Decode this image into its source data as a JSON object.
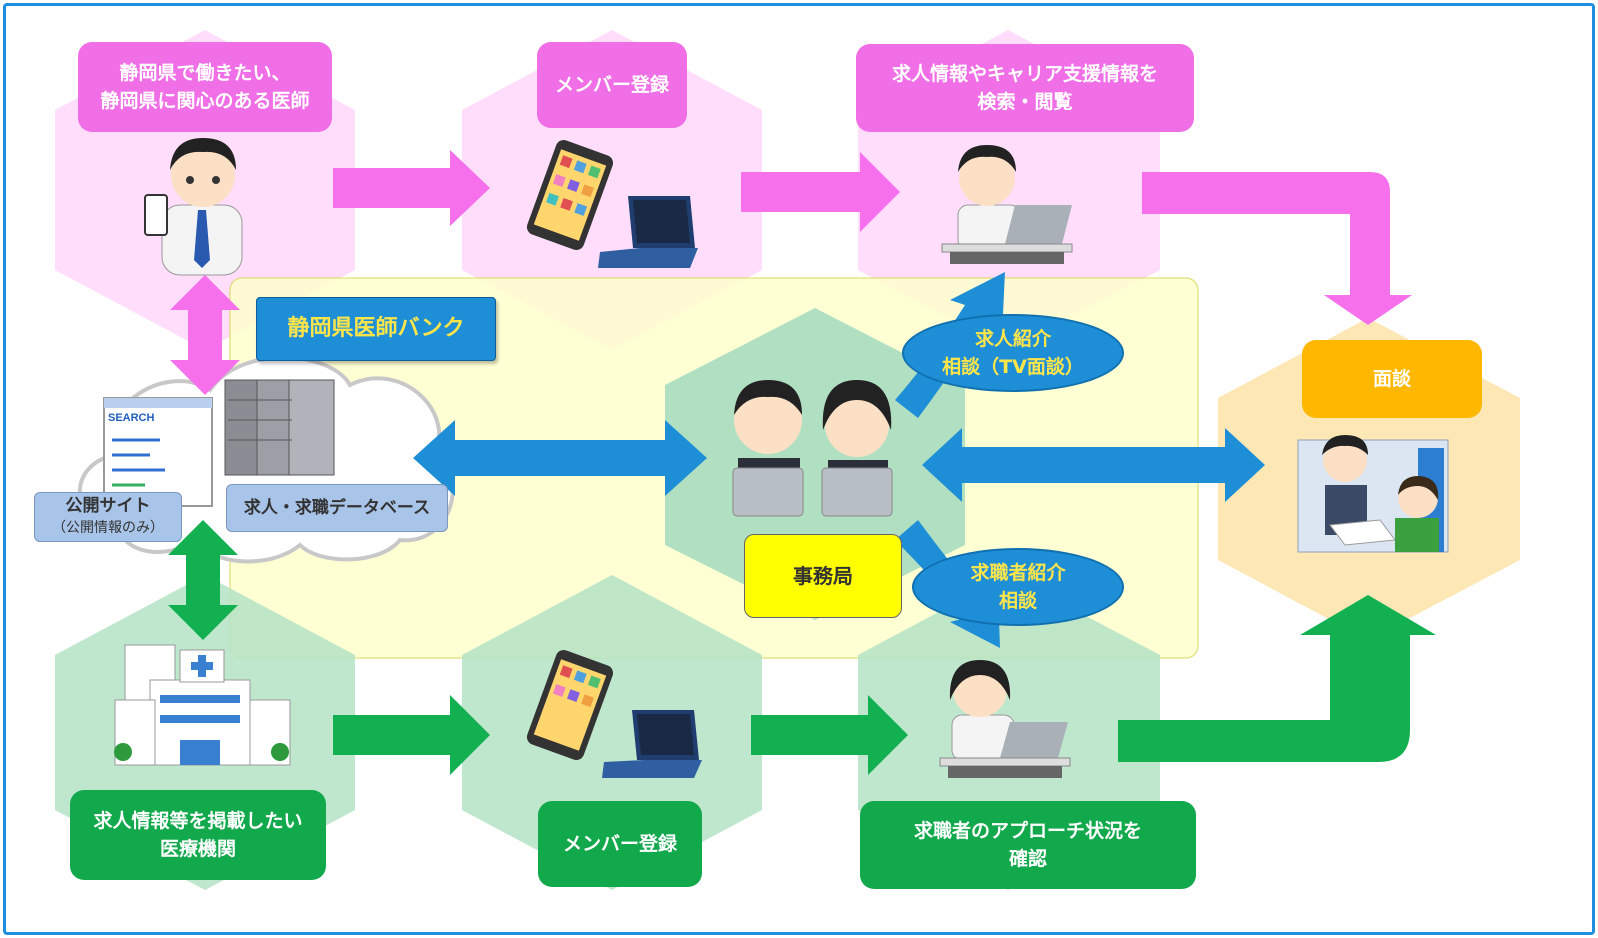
{
  "diagram": {
    "frame_color": "#1e8fe0",
    "pink_labels": {
      "doctor": "静岡県で働きたい、\n静岡県に関心のある医師",
      "register": "メンバー登録",
      "search": "求人情報やキャリア支援情報を\n検索・閲覧"
    },
    "green_labels": {
      "hospital": "求人情報等を掲載したい\n医療機関",
      "register": "メンバー登録",
      "confirm": "求職者のアプローチ状況を\n確認"
    },
    "bank_title": "静岡県医師バンク",
    "secretariat": "事務局",
    "interview": "面談",
    "public_site": "公開サイト",
    "public_site_note": "（公開情報のみ）",
    "database": "求人・求職データベース",
    "consult_top": "求人紹介\n相談（TV面談）",
    "consult_bottom": "求職者紹介\n相談",
    "search_logo": "SEARCH",
    "colors": {
      "pink": "#f06ee6",
      "green": "#12a94c",
      "blue": "#1e8fd6",
      "yellow_area": "#ffffcc",
      "orange": "#ffb700"
    },
    "icons": [
      "doctor-smartphone-icon",
      "smartphone-icon",
      "laptop-icon",
      "doctor-at-laptop-icon",
      "staff-icon",
      "server-icon",
      "search-site-icon",
      "hospital-icon",
      "female-doctor-at-laptop-icon",
      "interview-icon",
      "cloud-icon"
    ]
  }
}
